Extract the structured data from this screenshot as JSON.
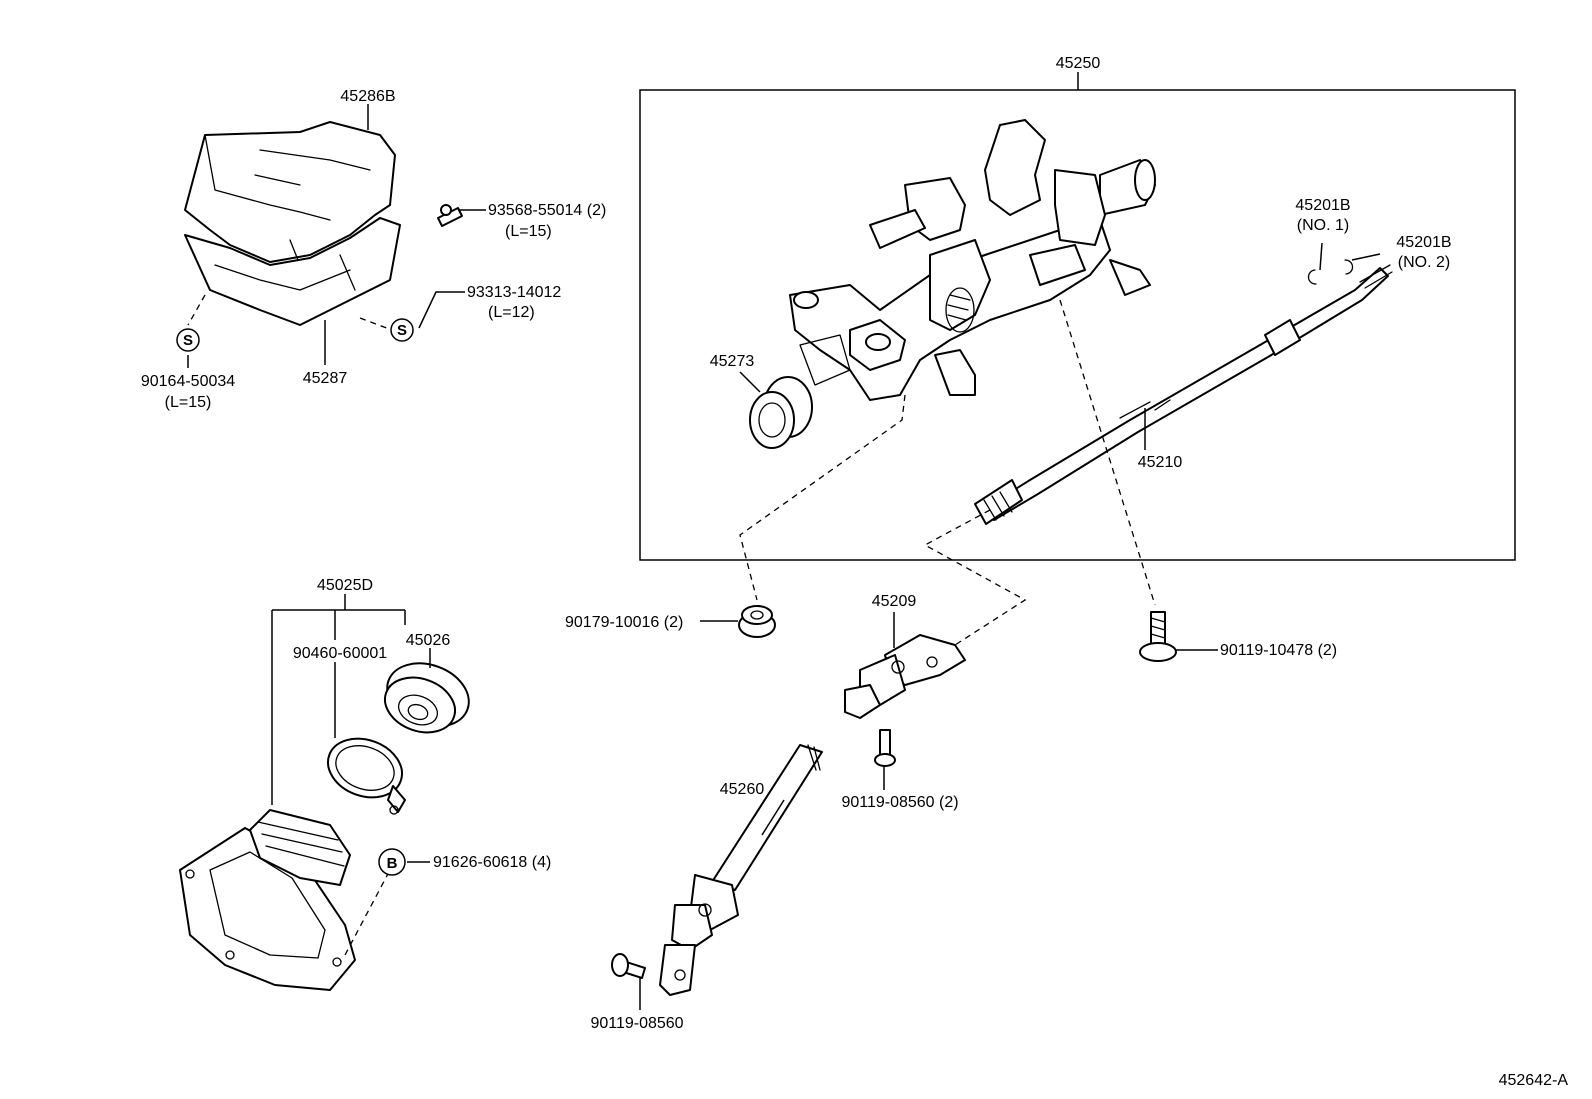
{
  "labels": {
    "p45250": "45250",
    "p45286B": "45286B",
    "p93568_55014": "93568-55014 (2)",
    "p93568_len": "(L=15)",
    "p93313_14012": "93313-14012",
    "p93313_len": "(L=12)",
    "p90164_50034": "90164-50034",
    "p90164_len": "(L=15)",
    "p45287": "45287",
    "p45273": "45273",
    "p45201B_1": "45201B",
    "p45201B_1_no": "(NO. 1)",
    "p45201B_2": "45201B",
    "p45201B_2_no": "(NO. 2)",
    "p45210": "45210",
    "p45025D": "45025D",
    "p45026": "45026",
    "p90460_60001": "90460-60001",
    "p90179_10016": "90179-10016 (2)",
    "p45209": "45209",
    "p90119_10478": "90119-10478 (2)",
    "p45260": "45260",
    "p90119_08560_2": "90119-08560 (2)",
    "p91626_60618": "91626-60618 (4)",
    "p90119_08560": "90119-08560",
    "circle_s": "S",
    "circle_b": "B",
    "figure_code": "452642-A"
  }
}
